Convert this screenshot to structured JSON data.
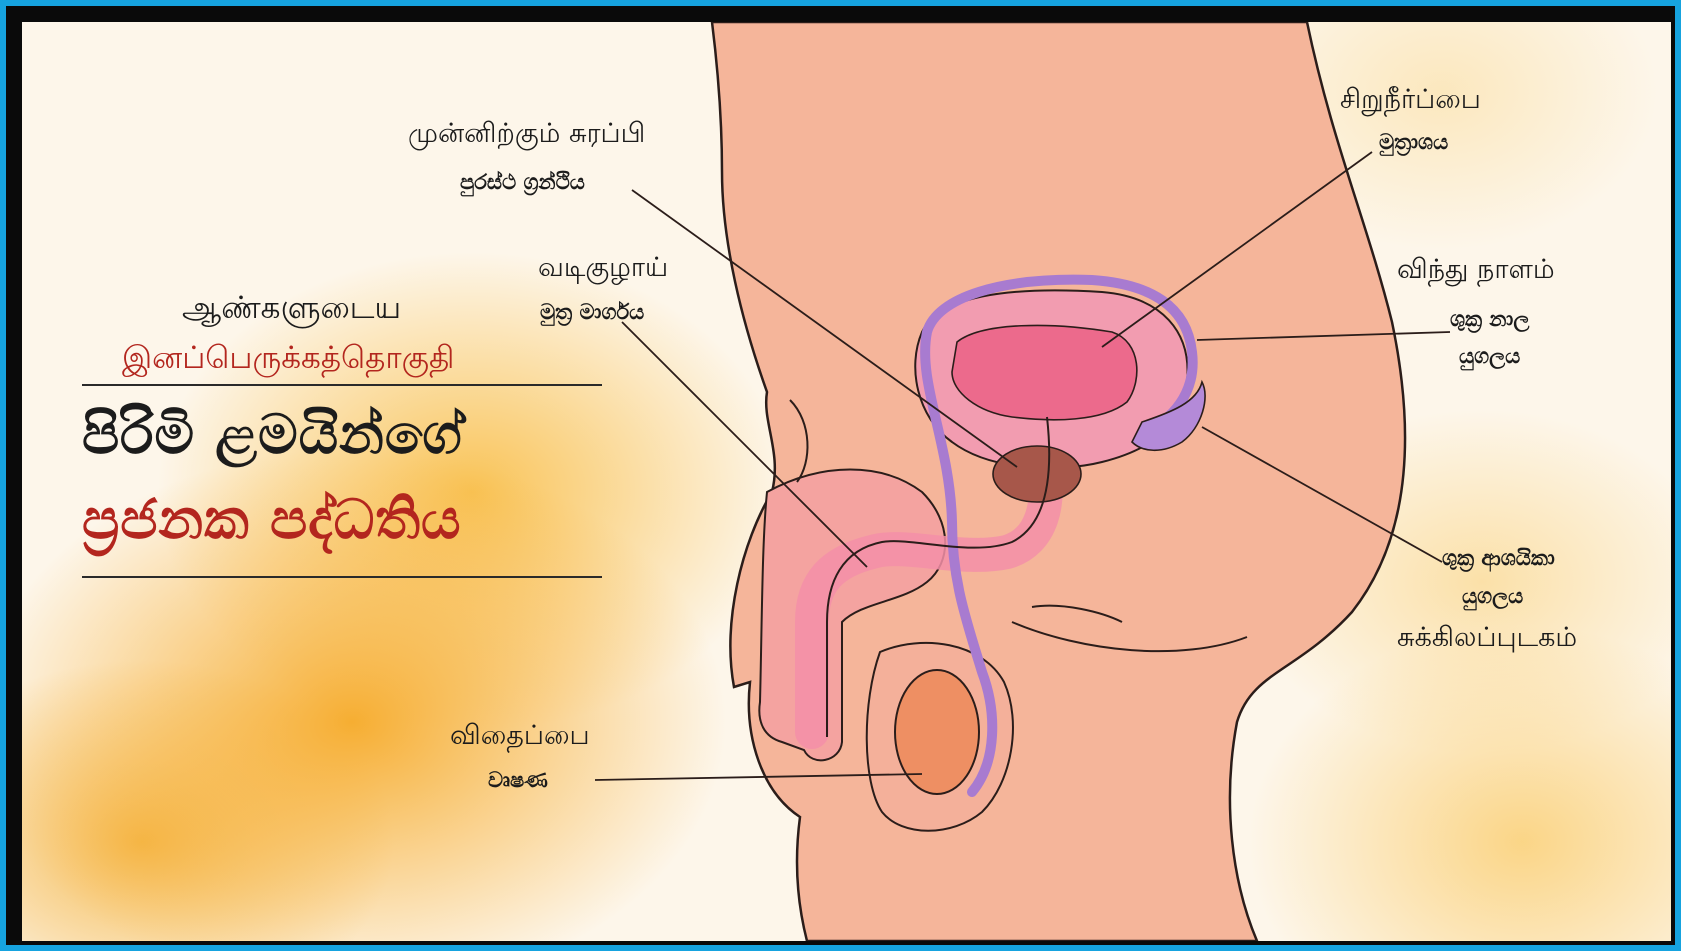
{
  "title": {
    "tamil_line1": "ஆண்களுடைய",
    "tamil_line2": "இனப்பெருக்கத்தொகுதி",
    "sinhala_line1": "පිරිමි ළමයින්ගේ",
    "sinhala_line2": "ප්‍රජනක පද්ධතිය"
  },
  "labels": {
    "prostate": {
      "ta": "முன்னிற்கும் சுரப்பி",
      "si": "පුරස්ථ ග්‍රන්ථිය"
    },
    "urethra": {
      "ta": "வடிகுழாய்",
      "si": "මුත්‍ර මාර්ගය"
    },
    "testis": {
      "ta": "விதைப்பை",
      "si": "වෘෂණ"
    },
    "bladder": {
      "ta": "சிறுநீர்ப்பை",
      "si": "මුත්‍රාශය"
    },
    "vas_deferens": {
      "ta": "விந்து நாளம்",
      "si": "ශුක්‍ර නාල",
      "si2": "යුගලය"
    },
    "seminal_vesicle": {
      "si": "ශුක්‍ර ආශයිකා",
      "si2": "යුගලය",
      "ta": "சுக்கிலப்புடகம்"
    }
  },
  "colors": {
    "frame": "#16a3df",
    "skin": "#f5b59a",
    "bladder": "#ec6a8c",
    "urethra": "#f38fa8",
    "vas": "#a87bd0",
    "prostate": "#a7574a",
    "testis": "#ee8f63",
    "accent_red": "#b3261e"
  }
}
